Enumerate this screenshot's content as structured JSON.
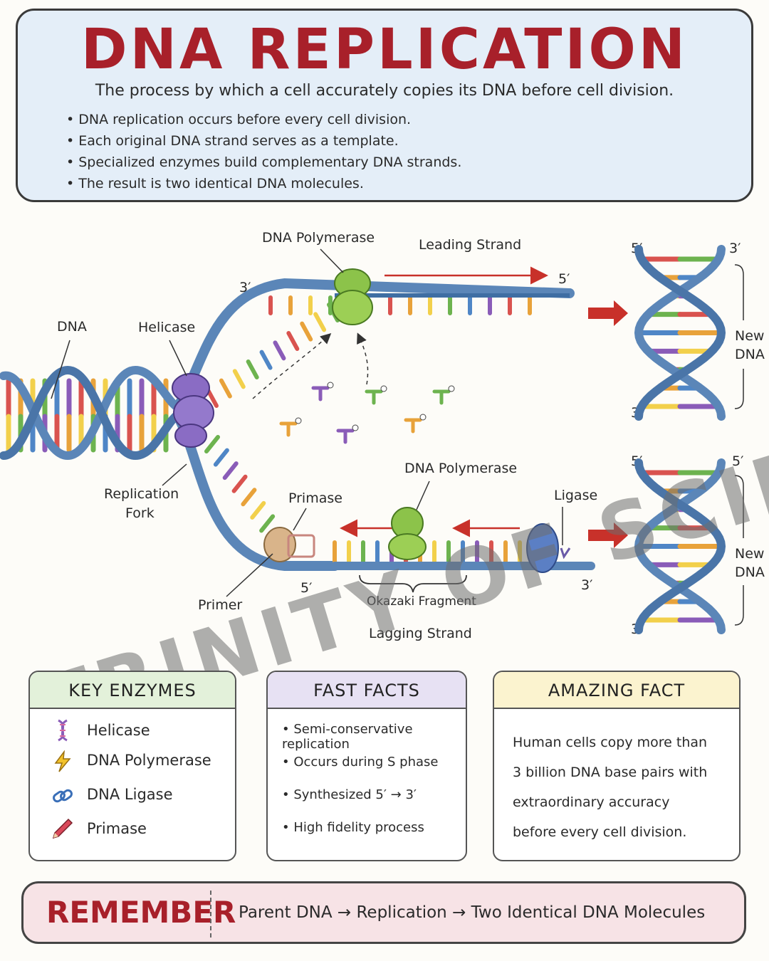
{
  "header": {
    "title": "DNA REPLICATION",
    "subtitle": "The process by which a cell accurately copies its DNA before cell division.",
    "bullets": [
      "DNA replication occurs before every cell division.",
      "Each original DNA strand serves as a template.",
      "Specialized enzymes build complementary DNA strands.",
      "The result is two identical DNA molecules."
    ]
  },
  "diagram": {
    "labels": {
      "dna": "DNA",
      "helicase": "Helicase",
      "replication_fork_line1": "Replication",
      "replication_fork_line2": "Fork",
      "polymerase_top": "DNA Polymerase",
      "leading_strand": "Leading Strand",
      "polymerase_bottom": "DNA Polymerase",
      "primase": "Primase",
      "ligase": "Ligase",
      "primer": "Primer",
      "okazaki": "Okazaki Fragment",
      "lagging_strand": "Lagging Strand",
      "new_dna_top_1": "New",
      "new_dna_top_2": "DNA",
      "new_dna_bottom_1": "New",
      "new_dna_bottom_2": "DNA"
    },
    "ends": {
      "fork_top_3": "3′",
      "lead_5": "5′",
      "lag_5": "5′",
      "lag_3": "3′",
      "top_helix_tl": "5′",
      "top_helix_tr": "3′",
      "top_helix_bl": "3′",
      "bot_helix_tl": "5′",
      "bot_helix_tr": "5′",
      "bot_helix_bl": "3′"
    },
    "colors": {
      "backbone": "#5b86b8",
      "backbone_dark": "#2f4f7a",
      "base_colors": [
        "#d9534f",
        "#e8a23a",
        "#f2d04b",
        "#6db34f",
        "#4f86c6",
        "#8a5cb8"
      ],
      "helicase": "#8a6cc4",
      "polymerase": "#8cc34a",
      "primase": "#d9b48a",
      "ligase": "#5b7fc4",
      "arrow_red": "#c8312a"
    }
  },
  "key_enzymes": {
    "title": "KEY ENZYMES",
    "items": [
      {
        "icon": "dna-helix-icon",
        "label": "Helicase"
      },
      {
        "icon": "lightning-bolt-icon",
        "label": "DNA Polymerase"
      },
      {
        "icon": "chain-link-icon",
        "label": "DNA Ligase"
      },
      {
        "icon": "pencil-icon",
        "label": "Primase"
      }
    ]
  },
  "fast_facts": {
    "title": "FAST FACTS",
    "items": [
      "Semi-conservative replication",
      "Occurs during S phase",
      "Synthesized 5′ → 3′",
      "High fidelity process"
    ]
  },
  "amazing_fact": {
    "title": "AMAZING FACT",
    "text": "Human cells copy more than 3 billion DNA base pairs with extraordinary accuracy before every cell division."
  },
  "remember": {
    "title": "REMEMBER",
    "summary": "Parent DNA → Replication → Two Identical DNA Molecules"
  },
  "watermark": "TRINITY OF SCIENCE"
}
